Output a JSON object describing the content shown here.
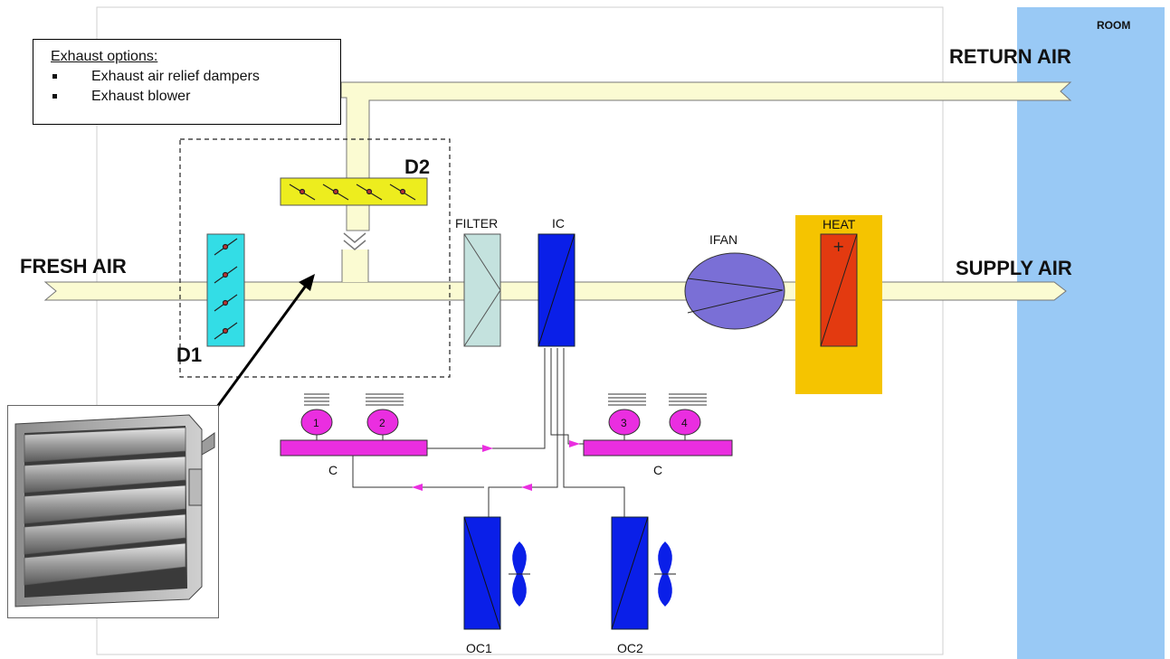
{
  "labels": {
    "room": "ROOM",
    "return_air": "RETURN AIR",
    "fresh_air": "FRESH AIR",
    "supply_air": "SUPPLY AIR",
    "d1": "D1",
    "d2": "D2",
    "filter": "FILTER",
    "ic": "IC",
    "ifan": "IFAN",
    "heat": "HEAT",
    "c_left": "C",
    "c_right": "C",
    "oc1": "OC1",
    "oc2": "OC2",
    "compressors": [
      "1",
      "2",
      "3",
      "4"
    ]
  },
  "callout": {
    "title": "Exhaust options:",
    "items": [
      "Exhaust air relief dampers",
      "Exhaust blower"
    ]
  },
  "colors": {
    "duct": "#fbfbd2",
    "room": "#99c9f5",
    "damper_d1": "#33dde6",
    "damper_d2": "#eded1e",
    "filter": "#c4e2de",
    "coil": "#0a1fe8",
    "fan": "#7a6fd6",
    "heat_box": "#f5c400",
    "heater": "#e33a10",
    "refrigerant": "#ea2ee0"
  },
  "icons": [
    "damper-photo-icon",
    "condenser-fan-icon"
  ]
}
